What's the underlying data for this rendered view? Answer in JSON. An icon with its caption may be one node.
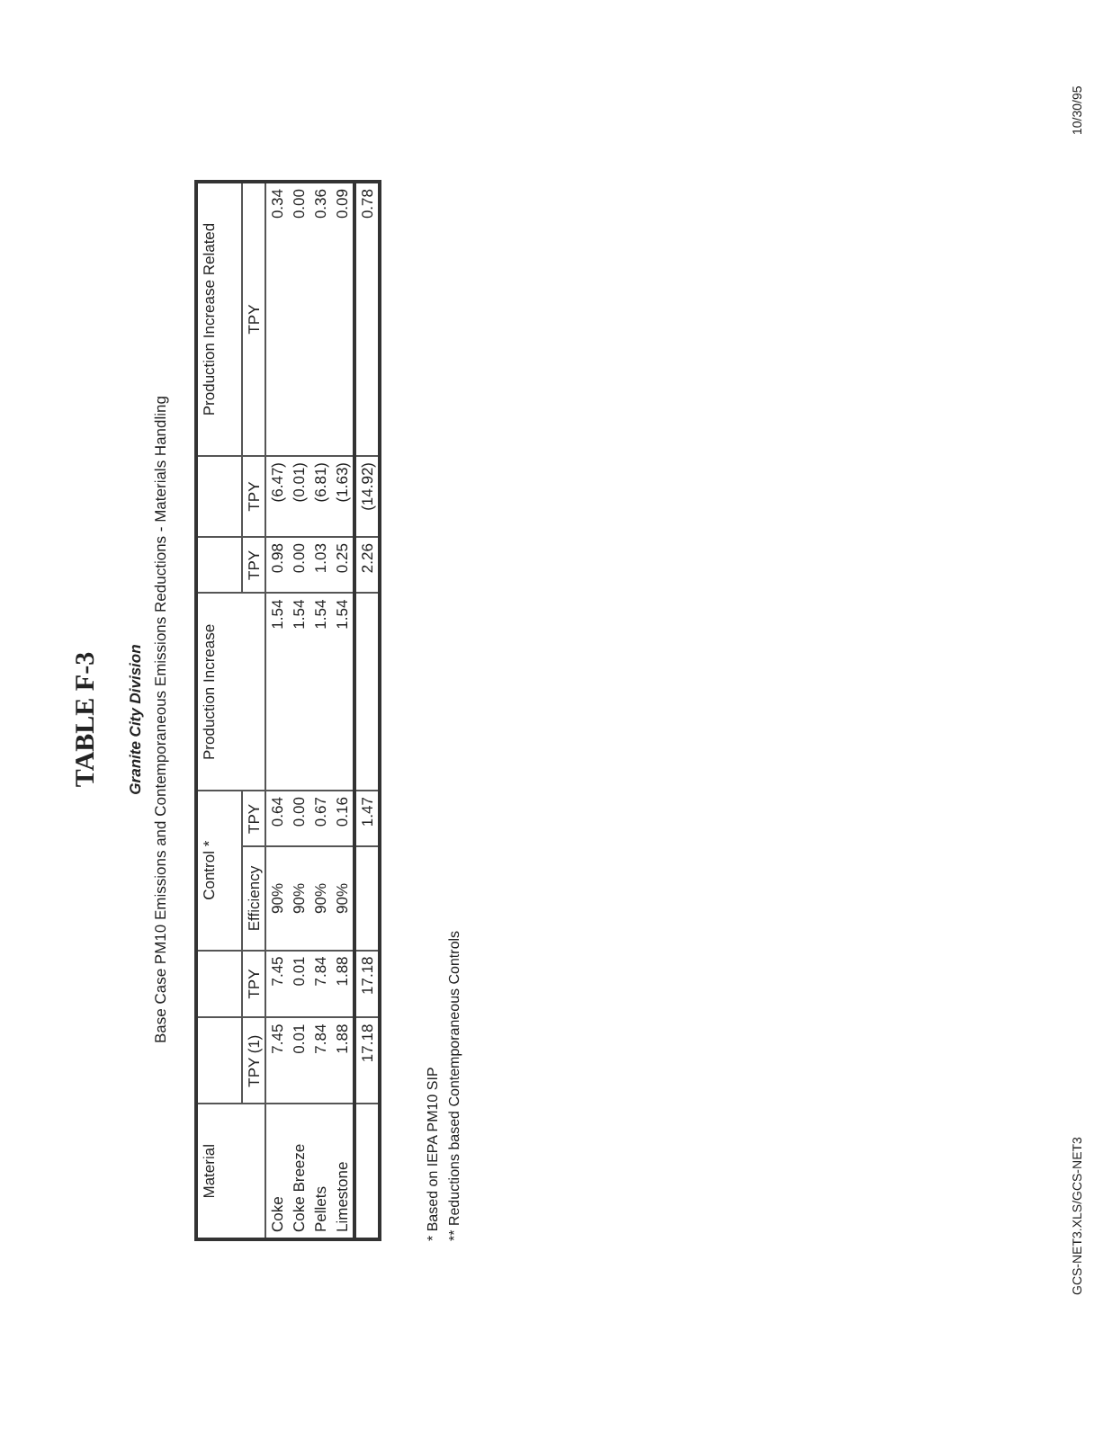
{
  "diagram": {
    "title": "TABLE F-3",
    "labels": [
      "Granite City Division",
      "Base Case PM10 Emissions and Contemporaneous Emissions Reductions - Materials Handling",
      "Material",
      "Control *",
      "Production Increase",
      "Production Increase Related",
      "TPY (1)",
      "TPY",
      "Efficiency",
      "TPY",
      "TPY",
      "TPY",
      "TPY",
      "Coke",
      "7.45",
      "7.45",
      "90%",
      "0.64",
      "1.54",
      "0.98",
      "(6.47)",
      "0.34",
      "Coke Breeze",
      "0.01",
      "0.01",
      "90%",
      "0.00",
      "1.54",
      "0.00",
      "(0.01)",
      "0.00",
      "Pellets",
      "7.84",
      "7.84",
      "90%",
      "0.67",
      "1.54",
      "1.03",
      "(6.81)",
      "0.36",
      "Limestone",
      "1.88",
      "1.88",
      "90%",
      "0.16",
      "1.54",
      "0.25",
      "(1.63)",
      "0.09",
      "17.18",
      "17.18",
      "1.47",
      "2.26",
      "(14.92)",
      "0.78",
      "* Based on IEPA PM10 SIP",
      "** Reductions based Contemporaneous Controls",
      "GCS-NET3.XLS/GCS-NET3",
      "10/30/95"
    ]
  }
}
